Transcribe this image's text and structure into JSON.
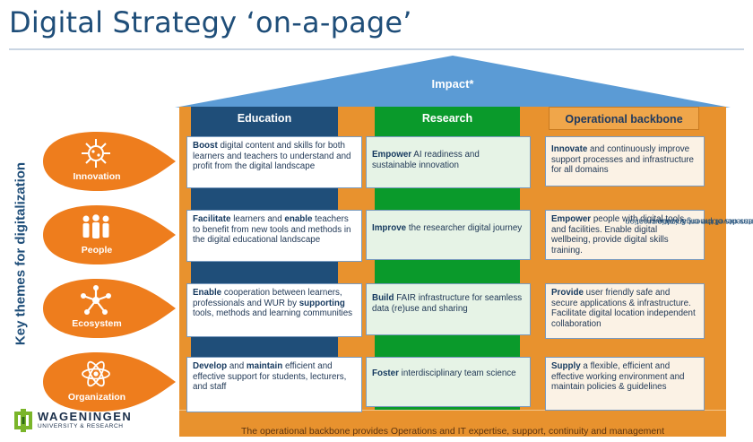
{
  "title": "Digital Strategy ‘on-a-page’",
  "impact_label": "Impact*",
  "side_label": "Key themes for digitalization",
  "impact_note_line1": "* Impact includes all business development & value creation",
  "impact_note_line2": "activities and departments of the organization",
  "footer": "The operational backbone provides Operations and IT expertise, support, continuity and management",
  "colors": {
    "education": "#1f4e79",
    "research": "#0a9a2b",
    "operations": "#e8922e",
    "theme": "#ee7d1d"
  },
  "columns": {
    "education": "Education",
    "research": "Research",
    "operations": "Operational backbone"
  },
  "themes": [
    {
      "label": "Innovation",
      "icon": "virus-icon"
    },
    {
      "label": "People",
      "icon": "people-icon"
    },
    {
      "label": "Ecosystem",
      "icon": "network-icon"
    },
    {
      "label": "Organization",
      "icon": "atom-icon"
    }
  ],
  "cells": {
    "innovation": {
      "education": {
        "bold": "Boost",
        "text": " digital content and skills for both learners and teachers to understand and profit from the digital landscape"
      },
      "research": {
        "bold": "Empower",
        "text": " AI readiness and sustainable innovation"
      },
      "operations": {
        "bold": "Innovate",
        "text": " and continuously improve support processes and infrastructure for all domains"
      }
    },
    "people": {
      "education": {
        "bold": "Facilitate",
        "mid": " learners and ",
        "bold2": "enable",
        "text": " teachers to benefit from new tools and methods in the digital educational landscape"
      },
      "research": {
        "bold": "Improve",
        "text": " the researcher digital journey"
      },
      "operations": {
        "bold": "Empower",
        "text": " people with digital tools and facilities. Enable digital wellbeing, provide digital skills training."
      }
    },
    "ecosystem": {
      "education": {
        "bold": "Enable",
        "mid": " cooperation between learners, professionals and WUR by ",
        "bold2": "supporting",
        "text": " tools, methods and learning communities"
      },
      "research": {
        "bold": "Build",
        "text": " FAIR infrastructure for seamless data (re)use and sharing"
      },
      "operations": {
        "bold": "Provide",
        "text": " user friendly safe and secure applications & infrastructure. Facilitate digital location independent collaboration"
      }
    },
    "organization": {
      "education": {
        "bold": "Develop",
        "mid": " and ",
        "bold2": "maintain",
        "text": " efficient and effective support for students, lecturers, and staff"
      },
      "research": {
        "bold": "Foster",
        "text": " interdisciplinary team science"
      },
      "operations": {
        "bold": "Supply",
        "text": " a flexible, efficient and effective working environment and maintain policies & guidelines"
      }
    }
  },
  "logo": {
    "name": "WAGENINGEN",
    "sub": "UNIVERSITY & RESEARCH"
  }
}
